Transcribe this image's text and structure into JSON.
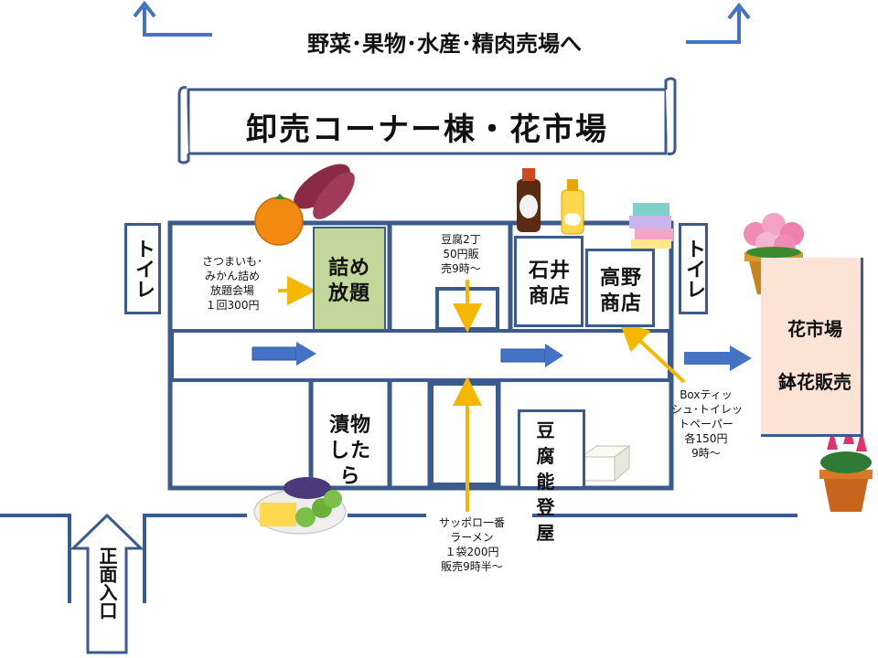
{
  "header": {
    "direction_text": "野菜･果物･水産･精肉売場へ",
    "title": "卸売コーナー棟・花市場"
  },
  "toilets": {
    "left": "トイレ",
    "right": "トイレ"
  },
  "stalls": {
    "tsume_houdai": "詰め放題",
    "ishii_shoten": "石井商店",
    "takano_shoten": "高野商店",
    "tsukemono_shitara": "漬物したら",
    "tofu_notoya": "豆腐能登屋"
  },
  "flower_market": {
    "line1": "花市場",
    "line2": "鉢花販売"
  },
  "entrance": {
    "label": "正面入口"
  },
  "notes": {
    "sweet_potato": [
      "さつまいも･",
      "みかん詰め",
      "放題会場",
      "１回300円"
    ],
    "tofu_sale": [
      "豆腐2丁",
      "50円販",
      "売9時～"
    ],
    "tissue": [
      "Boxティッ",
      "シュ･トイレッ",
      "トペーパー",
      "各150円",
      "9時～"
    ],
    "ramen": [
      "サッポロ一番",
      "ラーメン",
      "１袋200円",
      "販売9時半～"
    ]
  },
  "colors": {
    "wall": "#3b5b8c",
    "arrow_blue": "#4472c4",
    "arrow_yellow": "#f5b800",
    "highlight_green": "#c4d79b",
    "flower_area": "#fbe3d6"
  },
  "icons": [
    "sweet-potato-icon",
    "mandarin-icon",
    "soy-sauce-bottle-icon",
    "oil-bottle-icon",
    "tissue-box-icon",
    "potted-pink-flower-icon",
    "pickles-plate-icon",
    "tofu-icon",
    "potted-cyclamen-icon"
  ]
}
